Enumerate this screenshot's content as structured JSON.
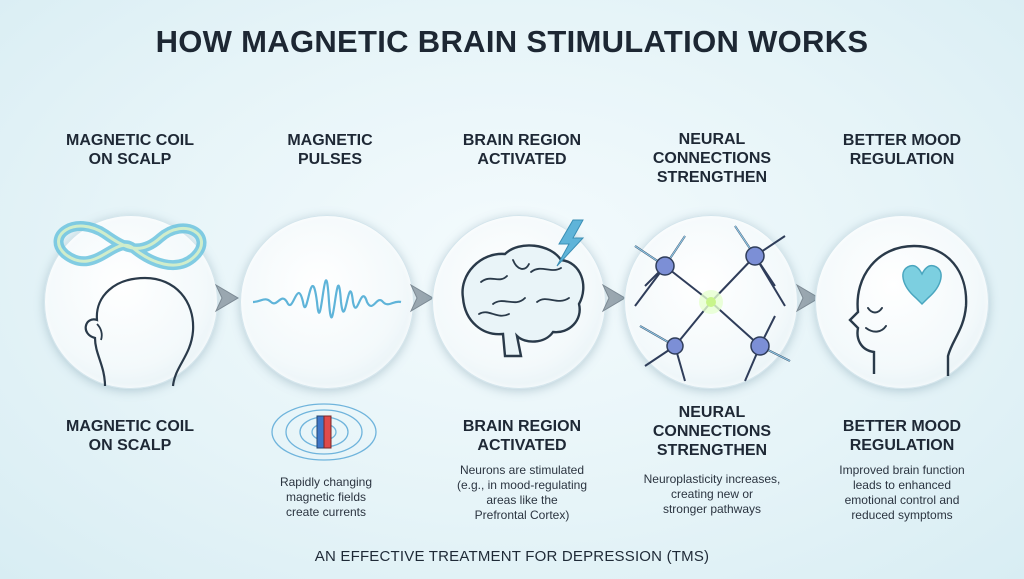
{
  "title": "HOW MAGNETIC BRAIN STIMULATION WORKS",
  "steps": [
    {
      "top_title": [
        "MAGNETIC COIL",
        "ON SCALP"
      ],
      "icon": "coil-head-icon",
      "bottom_title": [
        "MAGNETIC COIL",
        "ON SCALP"
      ],
      "description": []
    },
    {
      "top_title": [
        "MAGNETIC",
        "PULSES"
      ],
      "icon": "wave-pulse-icon",
      "bottom_title": [],
      "bottom_icon": "magnet-field-icon",
      "description": [
        "Rapidly changing",
        "magnetic fields",
        "create currents"
      ]
    },
    {
      "top_title": [
        "BRAIN REGION",
        "ACTIVATED"
      ],
      "icon": "brain-lightning-icon",
      "bottom_title": [
        "BRAIN REGION",
        "ACTIVATED"
      ],
      "description": [
        "Neurons are stimulated",
        "(e.g., in mood-regulating",
        "areas like the",
        "Prefrontal Cortex)"
      ]
    },
    {
      "top_title": [
        "NEURAL",
        "CONNECTIONS",
        "STRENGTHEN"
      ],
      "icon": "neurons-icon",
      "bottom_title": [
        "NEURAL",
        "CONNECTIONS",
        "STRENGTHEN"
      ],
      "description": [
        "Neuroplasticity increases,",
        "creating new or",
        "stronger pathways"
      ]
    },
    {
      "top_title": [
        "BETTER MOOD",
        "REGULATION"
      ],
      "icon": "head-heart-icon",
      "bottom_title": [
        "BETTER MOOD",
        "REGULATION"
      ],
      "description": [
        "Improved brain function",
        "leads to enhanced",
        "emotional control and",
        "reduced symptoms"
      ]
    }
  ],
  "footer": "AN EFFECTIVE TREATMENT FOR DEPRESSION (TMS)",
  "colors": {
    "accent": "#5fb4d9",
    "neuron": "#7c8fd6",
    "heart": "#7ccfe0"
  }
}
